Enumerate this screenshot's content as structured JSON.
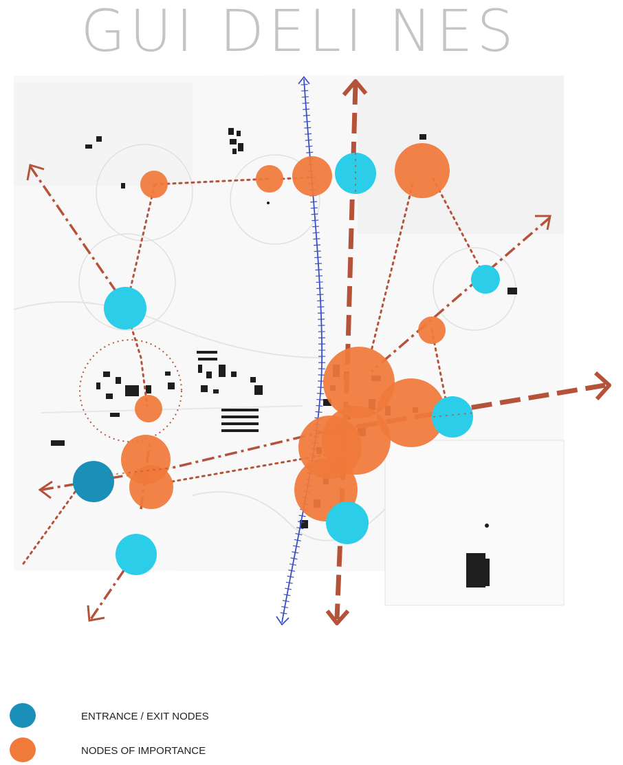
{
  "title": "GUI DELI NES",
  "legend": [
    {
      "label": "ENTRANCE / EXIT NODES",
      "color": "#1a8fb8"
    },
    {
      "label": "NODES OF IMPORTANCE",
      "color": "#f07a3a"
    }
  ],
  "colors": {
    "entrance_node": "#2ccde8",
    "entrance_node_dark": "#1a8fb8",
    "importance_node": "#f07a3a",
    "path": "#b5533a",
    "axis": "#3a4fc4"
  }
}
